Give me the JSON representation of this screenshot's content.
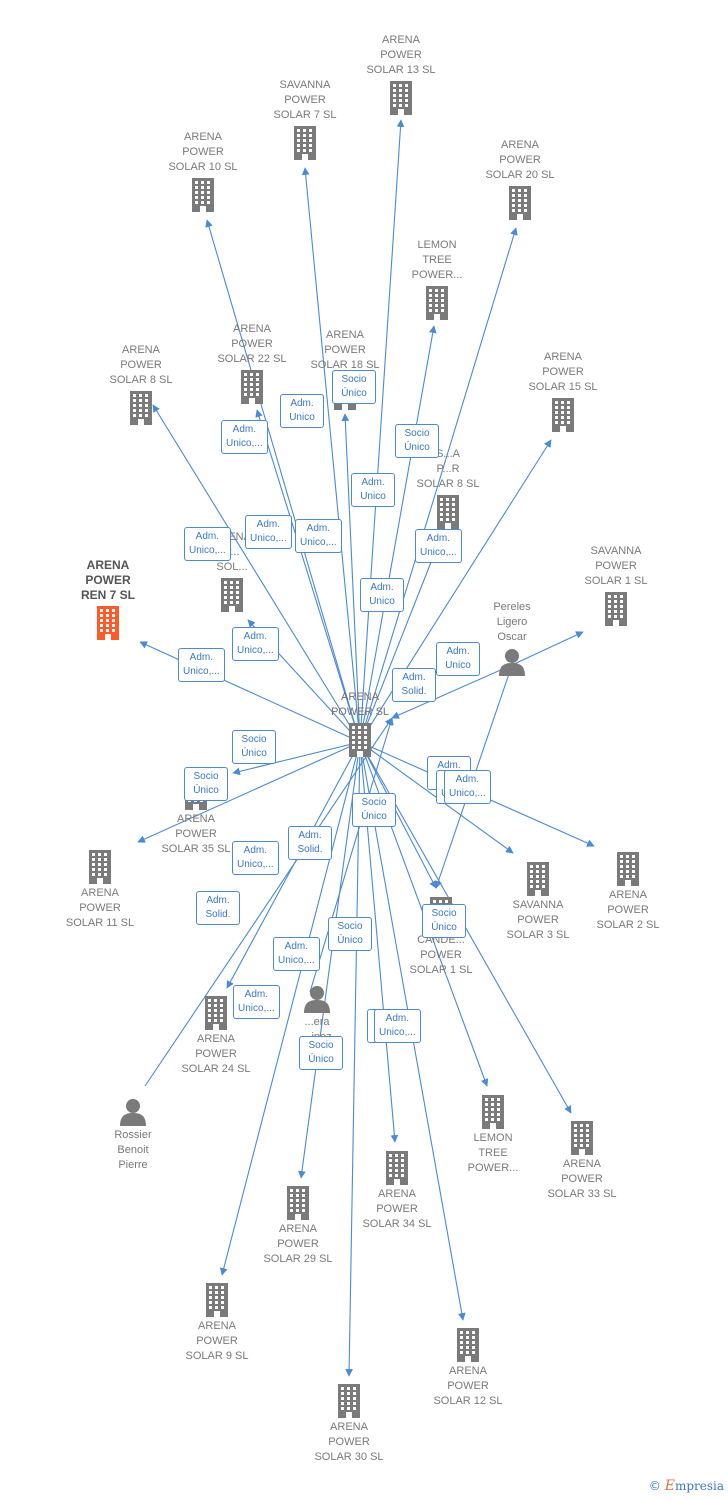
{
  "colors": {
    "edge": "#4a8ad6",
    "building": "#7a7a7a",
    "focus": "#ff5a2a",
    "person": "#7a7a7a"
  },
  "center": {
    "id": "arena-power-sl",
    "label": "ARENA\nPOWER  SL"
  },
  "nodes": [
    {
      "id": "solar13",
      "label": "ARENA\nPOWER\nSOLAR 13  SL",
      "kind": "company"
    },
    {
      "id": "savanna7",
      "label": "SAVANNA\nPOWER\nSOLAR 7  SL",
      "kind": "company"
    },
    {
      "id": "solar10",
      "label": "ARENA\nPOWER\nSOLAR 10  SL",
      "kind": "company"
    },
    {
      "id": "solar20",
      "label": "ARENA\nPOWER\nSOLAR 20  SL",
      "kind": "company"
    },
    {
      "id": "lemon1",
      "label": "LEMON\nTREE\nPOWER...",
      "kind": "company"
    },
    {
      "id": "solar22",
      "label": "ARENA\nPOWER\nSOLAR 22  SL",
      "kind": "company"
    },
    {
      "id": "solar18",
      "label": "ARENA\nPOWER\nSOLAR 18  SL",
      "kind": "company"
    },
    {
      "id": "solar8",
      "label": "ARENA\nPOWER\nSOLAR 8  SL",
      "kind": "company"
    },
    {
      "id": "solar15",
      "label": "ARENA\nPOWER\nSOLAR 15  SL",
      "kind": "company"
    },
    {
      "id": "savanna8",
      "label": "S...A\nP...R\nSOLAR 8  SL",
      "kind": "company"
    },
    {
      "id": "ren7",
      "label": "ARENA\nPOWER\nREN 7  SL",
      "kind": "focus"
    },
    {
      "id": "sol_hidden",
      "label": "ARENA\nP...\nSOL...",
      "kind": "company"
    },
    {
      "id": "savanna1",
      "label": "SAVANNA\nPOWER\nSOLAR 1  SL",
      "kind": "company"
    },
    {
      "id": "pereles",
      "label": "Pereles\nLigero\nOscar",
      "kind": "person"
    },
    {
      "id": "solar35",
      "label": "ARENA\nPOWER\nSOLAR 35  SL",
      "kind": "company"
    },
    {
      "id": "solar11",
      "label": "ARENA\nPOWER\nSOLAR 11  SL",
      "kind": "company"
    },
    {
      "id": "savanna3",
      "label": "SAVANNA\nPOWER\nSOLAR 3  SL",
      "kind": "company"
    },
    {
      "id": "solar2",
      "label": "ARENA\nPOWER\nSOLAR 2  SL",
      "kind": "company"
    },
    {
      "id": "candela1",
      "label": "CANDE...\nPOWER\nSOLAR 1  SL",
      "kind": "company"
    },
    {
      "id": "solar24",
      "label": "ARENA\nPOWER\nSOLAR 24  SL",
      "kind": "company"
    },
    {
      "id": "pablo",
      "label": "...era\n...inez\nPablo...",
      "kind": "person"
    },
    {
      "id": "rossier",
      "label": "Rossier\nBenoit\nPierre",
      "kind": "person"
    },
    {
      "id": "lemon2",
      "label": "LEMON\nTREE\nPOWER...",
      "kind": "company"
    },
    {
      "id": "solar33",
      "label": "ARENA\nPOWER\nSOLAR 33  SL",
      "kind": "company"
    },
    {
      "id": "solar34",
      "label": "ARENA\nPOWER\nSOLAR 34  SL",
      "kind": "company"
    },
    {
      "id": "solar29",
      "label": "ARENA\nPOWER\nSOLAR 29  SL",
      "kind": "company"
    },
    {
      "id": "solar9",
      "label": "ARENA\nPOWER\nSOLAR 9  SL",
      "kind": "company"
    },
    {
      "id": "solar12",
      "label": "ARENA\nPOWER\nSOLAR 12  SL",
      "kind": "company"
    },
    {
      "id": "solar30",
      "label": "ARENA\nPOWER\nSOLAR 30  SL",
      "kind": "company"
    }
  ],
  "edges": [
    {
      "from": "arena-power-sl",
      "to": "solar13",
      "label": "Socio\nÚnico"
    },
    {
      "from": "arena-power-sl",
      "to": "savanna7",
      "label": "Adm.\nUnico"
    },
    {
      "from": "arena-power-sl",
      "to": "solar10",
      "label": "Adm.\nUnico,..."
    },
    {
      "from": "arena-power-sl",
      "to": "solar20",
      "label": "Socio\nÚnico"
    },
    {
      "from": "arena-power-sl",
      "to": "lemon1",
      "label": "Adm.\nUnico"
    },
    {
      "from": "arena-power-sl",
      "to": "solar22",
      "label": "Adm.\nUnico,..."
    },
    {
      "from": "arena-power-sl",
      "to": "solar18",
      "label": "Adm.\nUnico,..."
    },
    {
      "from": "arena-power-sl",
      "to": "solar8",
      "label": "Adm.\nUnico,..."
    },
    {
      "from": "arena-power-sl",
      "to": "solar15",
      "label": "Adm.\nUnico,..."
    },
    {
      "from": "arena-power-sl",
      "to": "savanna8",
      "label": "Adm.\nUnico"
    },
    {
      "from": "arena-power-sl",
      "to": "ren7",
      "label": "Adm.\nUnico,..."
    },
    {
      "from": "arena-power-sl",
      "to": "sol_hidden",
      "label": "Adm.\nUnico,..."
    },
    {
      "from": "pereles",
      "to": "savanna1",
      "label": "Adm.\nUnico"
    },
    {
      "from": "pereles",
      "to": "arena-power-sl",
      "label": "Adm.\nSolid."
    },
    {
      "from": "pereles",
      "to": "candela1",
      "label": "Adm.\nUnico"
    },
    {
      "from": "arena-power-sl",
      "to": "solar35",
      "label": "Socio\nÚnico"
    },
    {
      "from": "arena-power-sl",
      "to": "solar11",
      "label": "Socio\nÚnico"
    },
    {
      "from": "arena-power-sl",
      "to": "savanna3",
      "label": "Adm.\nUnico,..."
    },
    {
      "from": "arena-power-sl",
      "to": "solar2",
      "label": "Adm.\nUnico,..."
    },
    {
      "from": "arena-power-sl",
      "to": "candela1",
      "label": "Socio\nÚnico"
    },
    {
      "from": "arena-power-sl",
      "to": "solar24",
      "label": "Adm.\nUnico,..."
    },
    {
      "from": "rossier",
      "to": "arena-power-sl",
      "label": "Adm.\nSolid."
    },
    {
      "from": "pablo",
      "to": "arena-power-sl",
      "label": "Adm.\nSolid."
    },
    {
      "from": "arena-power-sl",
      "to": "lemon2",
      "label": "Socio\nÚnico"
    },
    {
      "from": "arena-power-sl",
      "to": "solar33",
      "label": "Socio\nÚnico"
    },
    {
      "from": "arena-power-sl",
      "to": "solar34",
      "label": "Socio\nÚnico"
    },
    {
      "from": "arena-power-sl",
      "to": "solar29",
      "label": "Adm.\nUnico,..."
    },
    {
      "from": "arena-power-sl",
      "to": "solar9",
      "label": "Adm.\nUnico,..."
    },
    {
      "from": "arena-power-sl",
      "to": "solar12",
      "label": "Socio\nÚnico"
    },
    {
      "from": "arena-power-sl",
      "to": "solar30",
      "label": "Adm.\nUnico,..."
    }
  ],
  "footer": {
    "copyright": "©",
    "brand_initial": "E",
    "brand_rest": "mpresia"
  }
}
